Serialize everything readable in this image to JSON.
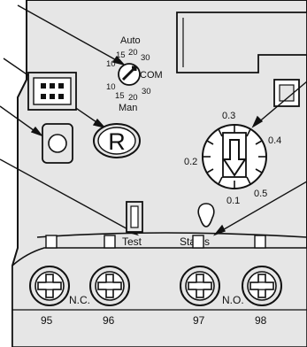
{
  "colors": {
    "body": "#e6e6e6",
    "panel": "#dcdcdc",
    "line": "#111111",
    "white": "#ffffff"
  },
  "mode_dial": {
    "top_label": "Auto",
    "bottom_label": "Man",
    "com_label": "COM",
    "upper_scale": [
      "10",
      "15",
      "20",
      "30"
    ],
    "lower_scale": [
      "10",
      "15",
      "20",
      "30"
    ]
  },
  "reset_button": {
    "label": "R"
  },
  "current_dial": {
    "scale": [
      "0.3",
      "0.4",
      "0.5",
      "0.1",
      "0.2"
    ]
  },
  "test_button": {
    "label": "Test"
  },
  "status_indicator": {
    "label": "Status"
  },
  "contacts": {
    "nc_label": "N.C.",
    "no_label": "N.O.",
    "terminals": [
      "95",
      "96",
      "97",
      "98"
    ]
  },
  "icons": {
    "connector": "connector-icon",
    "terminal_screw": "screw-icon",
    "dial_arrow": "arrow-down-icon"
  }
}
